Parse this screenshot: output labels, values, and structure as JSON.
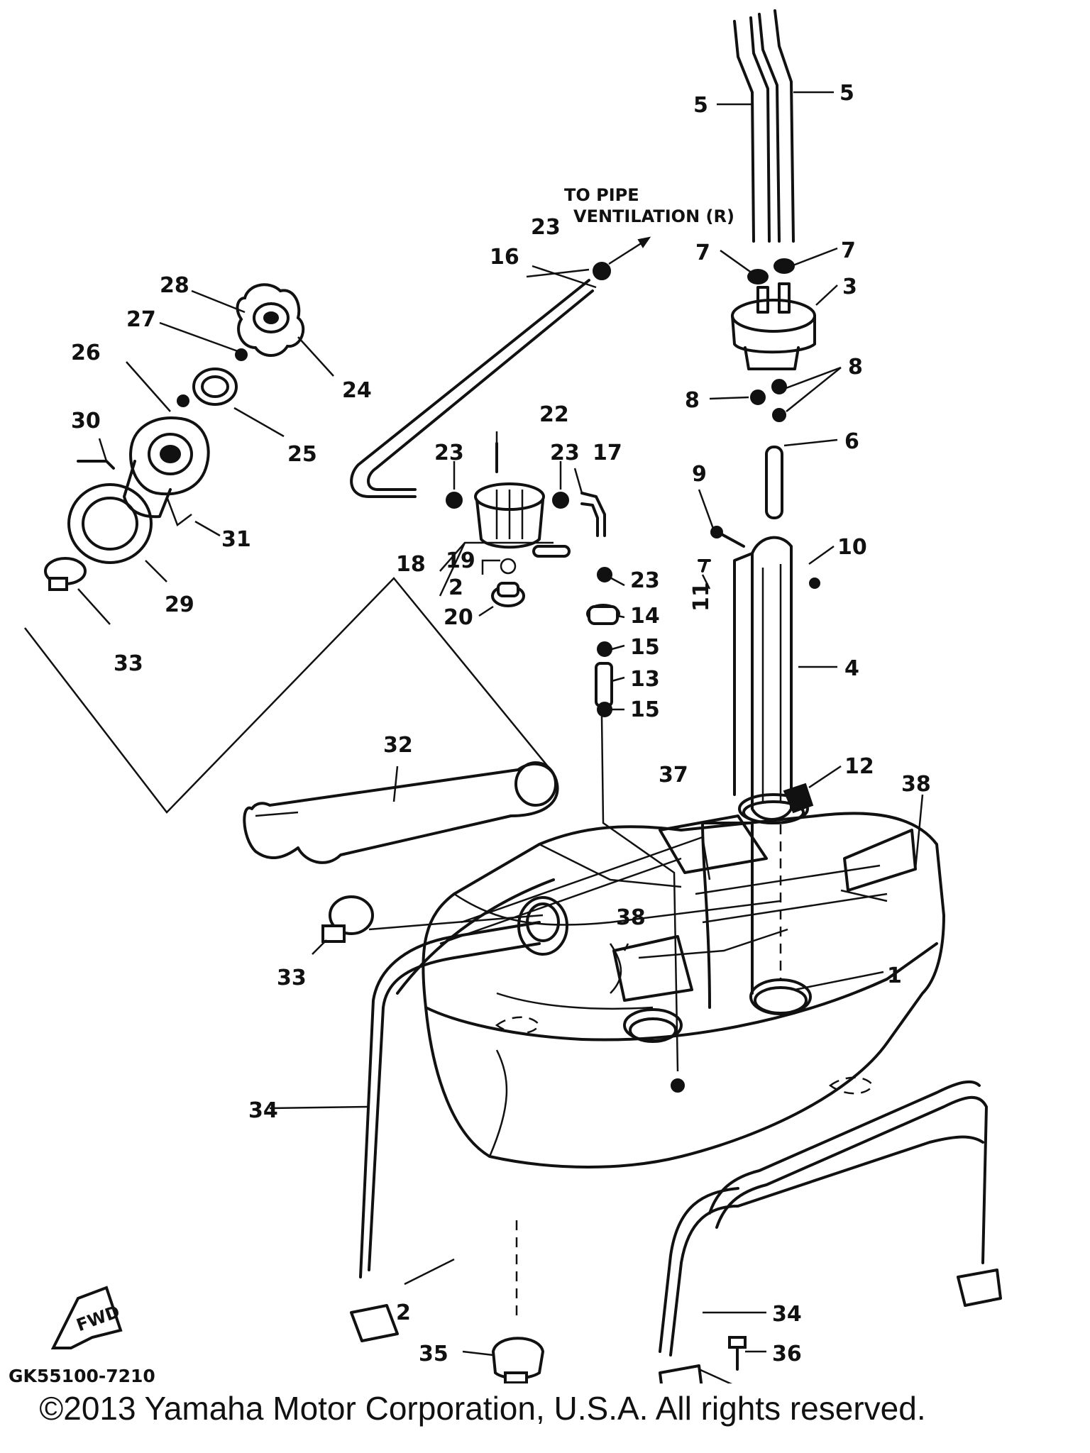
{
  "callouts": {
    "c1": "1",
    "c2a": "2",
    "c2b": "2",
    "c3": "3",
    "c4": "4",
    "c5a": "5",
    "c5b": "5",
    "c6": "6",
    "c7a": "7",
    "c7b": "7",
    "c8a": "8",
    "c8b": "8",
    "c9": "9",
    "c10": "10",
    "c11": "11",
    "c12": "12",
    "c13": "13",
    "c14": "14",
    "c15a": "15",
    "c15b": "15",
    "c16": "16",
    "c17": "17",
    "c18": "18",
    "c19": "19",
    "c20": "20",
    "c22": "22",
    "c23a": "23",
    "c23b": "23",
    "c23c": "23",
    "c23d": "23",
    "c24": "24",
    "c25": "25",
    "c26": "26",
    "c27": "27",
    "c28": "28",
    "c29": "29",
    "c30": "30",
    "c31": "31",
    "c32": "32",
    "c33a": "33",
    "c33b": "33",
    "c34a": "34",
    "c34b": "34",
    "c35": "35",
    "c36": "36",
    "c37": "37",
    "c38a": "38",
    "c38b": "38"
  },
  "note": {
    "line1": "TO PIPE",
    "line2": "VENTILATION (R)"
  },
  "fwd_label": "FWD",
  "drawing_code": "GK55100-7210",
  "copyright": "©2013 Yamaha Motor Corporation, U.S.A. All rights reserved."
}
